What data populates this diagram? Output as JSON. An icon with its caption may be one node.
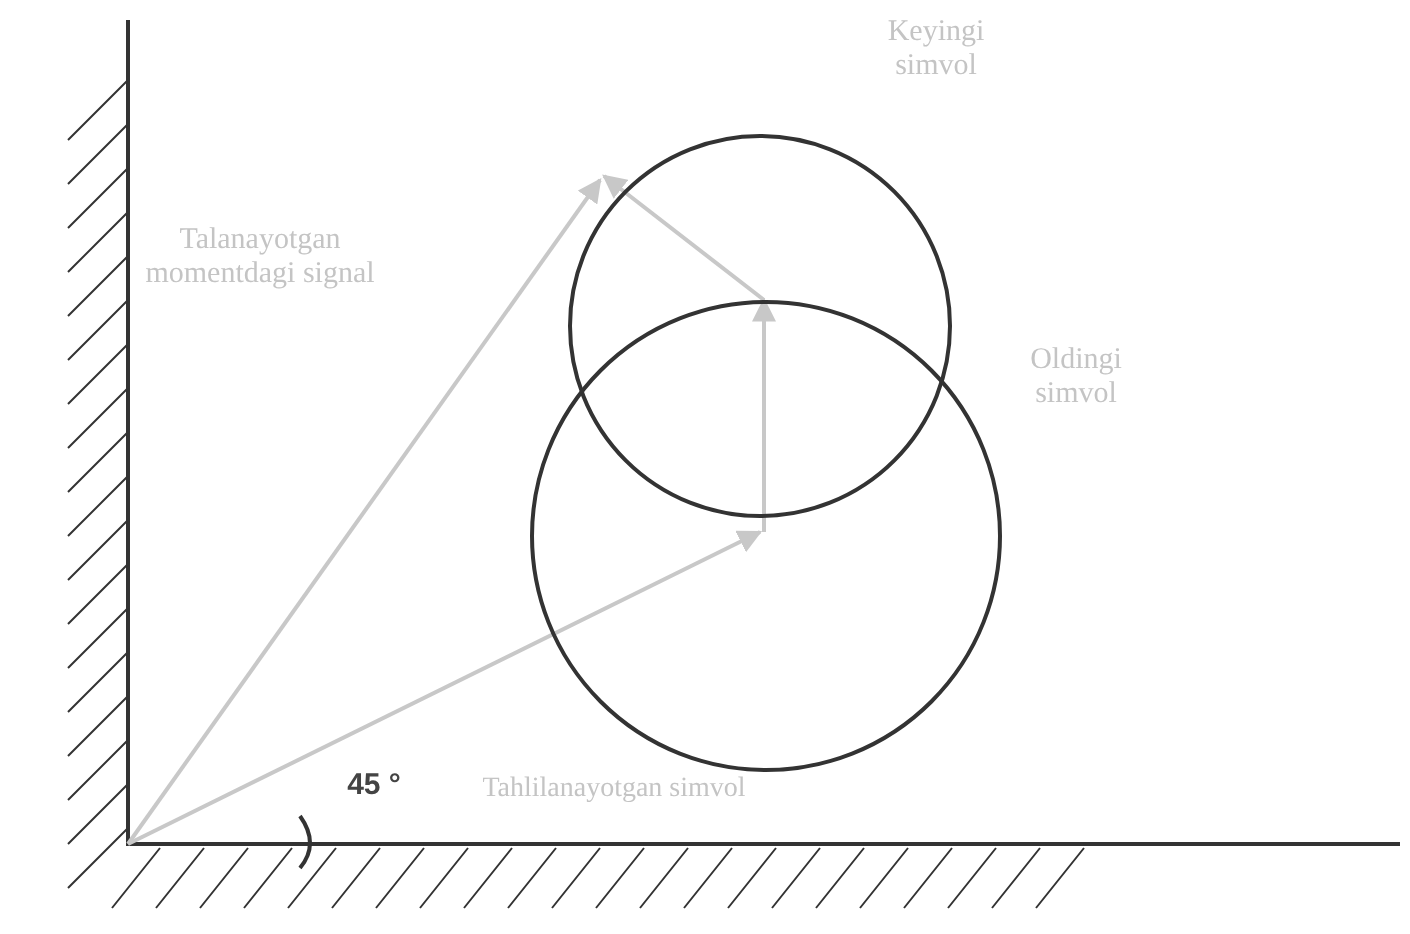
{
  "diagram": {
    "nodes": [
      {
        "text": [],
        "shape": "circle",
        "beside": [
          "Keyingi simvol"
        ]
      },
      {
        "text": [],
        "shape": "circle",
        "beside": [
          "Oldingi simvol"
        ]
      }
    ],
    "labels": [
      "Talanayotgan momentdagi signal",
      "45 °",
      "Tahlilanayotgan simvol"
    ]
  }
}
